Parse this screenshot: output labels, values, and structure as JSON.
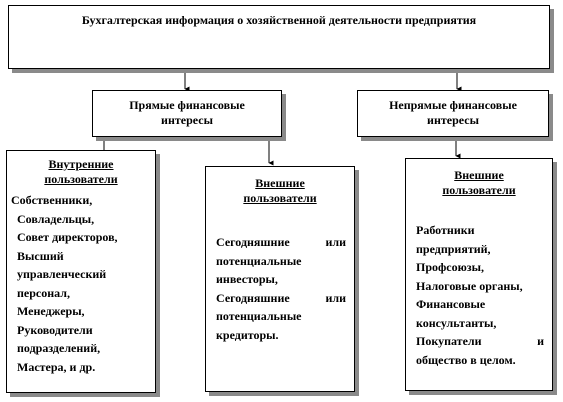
{
  "diagram": {
    "top": {
      "label": "Бухгалтерская информация о хозяйственной деятельности предприятия"
    },
    "direct": {
      "label_line1": "Прямые финансовые",
      "label_line2": "интересы"
    },
    "indirect": {
      "label_line1": "Непрямые финансовые",
      "label_line2": "интересы"
    },
    "internal": {
      "title_line1": "Внутренние",
      "title_line2": "пользователи",
      "items": [
        "Собственники,",
        "Совладельцы,",
        "Совет директоров,",
        "Высший",
        "управленческий",
        "персонал,",
        "Менеджеры,",
        "Руководители",
        "подразделений,",
        "Мастера, и др."
      ]
    },
    "external_direct": {
      "title_line1": "Внешние",
      "title_line2": "пользователи",
      "items": [
        "Сегодняшние или",
        "потенциальные",
        "инвесторы,",
        "Сегодняшние или",
        "потенциальные",
        "кредиторы."
      ]
    },
    "external_indirect": {
      "title_line1": "Внешние",
      "title_line2": "пользователи",
      "items": [
        "Работники",
        "предприятий,",
        "Профсоюзы,",
        "Налоговые органы,",
        "Финансовые",
        "консультанты,",
        "Покупатели и",
        "общество в целом."
      ]
    }
  }
}
